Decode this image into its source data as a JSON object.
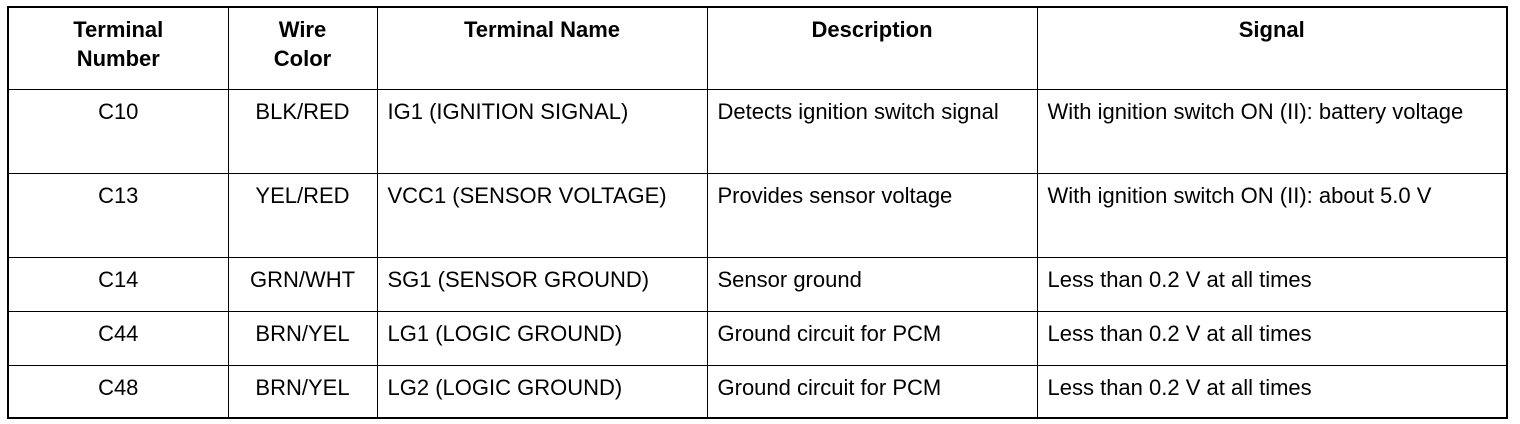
{
  "table": {
    "headers": [
      "Terminal\nNumber",
      "Wire\nColor",
      "Terminal Name",
      "Description",
      "Signal"
    ],
    "rows": [
      {
        "terminal_number": "C10",
        "wire_color": "BLK/RED",
        "terminal_name": "IG1 (IGNITION SIGNAL)",
        "description": "Detects ignition switch signal",
        "signal": "With ignition switch ON (II): battery voltage"
      },
      {
        "terminal_number": "C13",
        "wire_color": "YEL/RED",
        "terminal_name": "VCC1 (SENSOR VOLTAGE)",
        "description": "Provides sensor voltage",
        "signal": "With ignition switch ON (II): about 5.0 V"
      },
      {
        "terminal_number": "C14",
        "wire_color": "GRN/WHT",
        "terminal_name": "SG1 (SENSOR GROUND)",
        "description": "Sensor ground",
        "signal": "Less than 0.2 V at all times"
      },
      {
        "terminal_number": "C44",
        "wire_color": "BRN/YEL",
        "terminal_name": "LG1 (LOGIC GROUND)",
        "description": "Ground circuit for PCM",
        "signal": "Less than 0.2 V at all times"
      },
      {
        "terminal_number": "C48",
        "wire_color": "BRN/YEL",
        "terminal_name": "LG2 (LOGIC GROUND)",
        "description": "Ground circuit for PCM",
        "signal": "Less than 0.2 V at all times"
      }
    ]
  }
}
